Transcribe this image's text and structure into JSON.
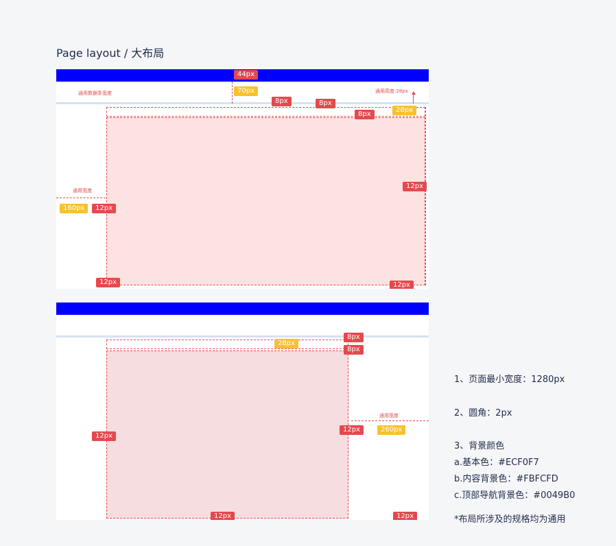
{
  "page_title": "Page layout / 大布局",
  "panel1": {
    "badges": {
      "top_44": "44px",
      "top_70": "70px",
      "gap_8a": "8px",
      "gap_8b": "8px",
      "gap_8c": "8px",
      "height_28": "28px",
      "right_12": "12px",
      "left_160": "160px",
      "left_12": "12px",
      "bottom_left_12": "12px",
      "bottom_right_12": "12px"
    },
    "notes": {
      "data_bar": "通用数据条宽度",
      "common_height": "通用高度:28px",
      "common_width": "通用宽度"
    }
  },
  "panel2": {
    "badges": {
      "height_28": "28px",
      "top_8a": "8px",
      "top_8b": "8px",
      "left_12": "12px",
      "right_12": "12px",
      "right_260": "260px",
      "bottom_12a": "12px",
      "bottom_12b": "12px"
    },
    "notes": {
      "common_width": "通用宽度"
    }
  },
  "specs": {
    "min_width": "1、页面最小宽度：1280px",
    "radius": "2、圆角：2px",
    "bg_title": "3、背景颜色",
    "bg_base": "a.基本色：#ECF0F7",
    "bg_content": "b.内容背景色：#FBFCFD",
    "bg_nav": "c.顶部导航背景色：#0049B0",
    "footnote": "*布局所涉及的规格均为通用"
  },
  "colors": {
    "topbar": "#0000ff",
    "annotation_red": "#e5484d",
    "annotation_yellow": "#f8c12d",
    "highlight_pink": "#fde2e2"
  }
}
